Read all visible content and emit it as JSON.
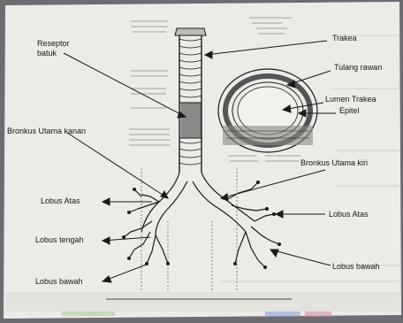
{
  "labels": {
    "reseptor_batuk": "Reseptor batuk",
    "trakea": "Trakea",
    "tulang_rawan": "Tulang rawan",
    "lumen_trakea": "Lumen Trakea",
    "epitel": "Epitel",
    "bronkus_utama_kanan": "Bronkus Utama kanan",
    "bronkus_utama_kiri": "Bronkus Utama kiri",
    "lobus_atas_left": "Lobus Atas",
    "lobus_atas_right": "Lobus Atas",
    "lobus_tengah": "Lobus tengah",
    "lobus_bawah_left": "Lobus bawah",
    "lobus_bawah_right": "Lobus bawah"
  },
  "colors": {
    "paper": "#ecebe6",
    "ink": "#1a1a1a",
    "background_edge": "#6e6c72"
  }
}
